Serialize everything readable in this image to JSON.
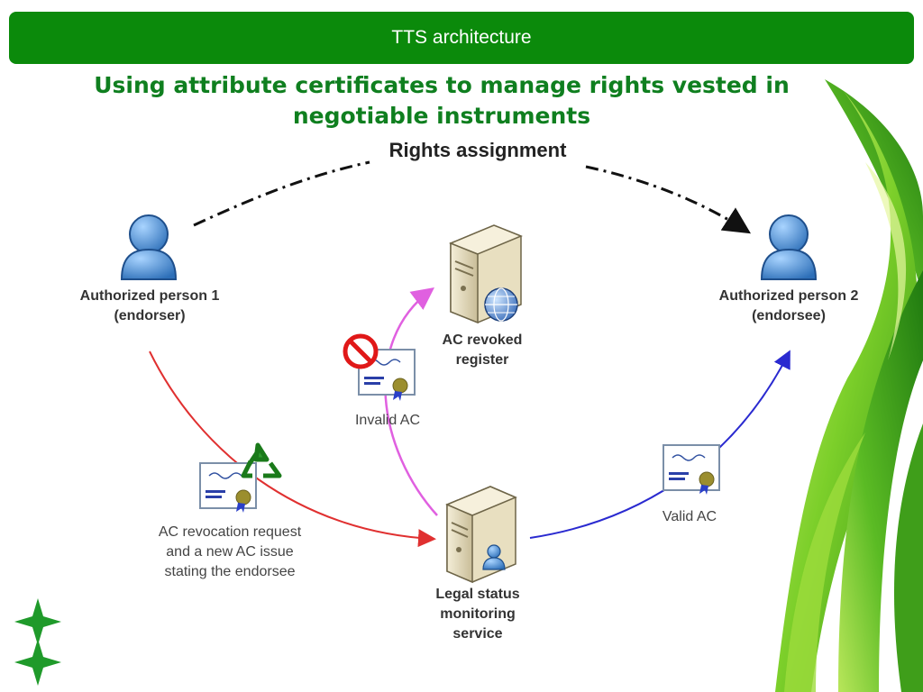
{
  "header": {
    "title": "TTS architecture"
  },
  "subtitle": {
    "line1": "Using attribute certificates to manage rights vested in",
    "line2": "negotiable instruments"
  },
  "diagram": {
    "rights_assignment": "Rights assignment",
    "person1": {
      "line1": "Authorized person 1",
      "line2": "(endorser)"
    },
    "person2": {
      "line1": "Authorized person 2",
      "line2": "(endorsee)"
    },
    "revoked_register": {
      "line1": "AC revoked",
      "line2": "register"
    },
    "invalid_ac": "Invalid AC",
    "valid_ac": "Valid AC",
    "revocation": {
      "line1": "AC revocation request",
      "line2": "and a new AC issue",
      "line3": "stating the endorsee"
    },
    "legal_status": {
      "line1": "Legal status",
      "line2": "monitoring",
      "line3": "service"
    }
  },
  "colors": {
    "title_bar": "#0b8a0b",
    "subtitle": "#0f7f1f",
    "red_arrow": "#e03030",
    "magenta_arrow": "#e060e0",
    "blue_arrow": "#2a2ad0"
  }
}
